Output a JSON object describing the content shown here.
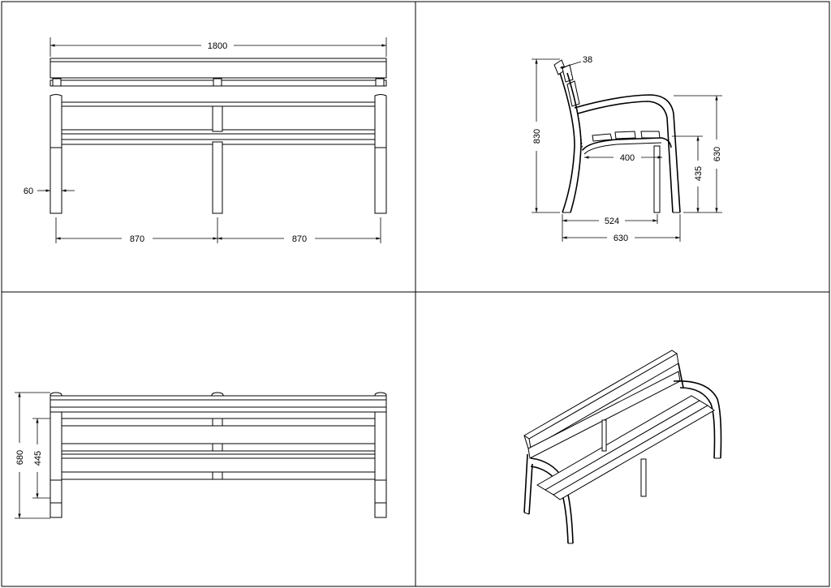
{
  "dimensions": {
    "front_total_width": "1800",
    "front_leg_width": "60",
    "front_leg_spacing_left": "870",
    "front_leg_spacing_right": "870",
    "side_total_height": "830",
    "side_back_slat": "38",
    "side_seat_depth": "400",
    "side_seat_height": "435",
    "side_arm_height": "630",
    "side_leg_span": "524",
    "side_total_depth": "630",
    "top_total_depth": "680",
    "top_seat_depth": "445"
  }
}
